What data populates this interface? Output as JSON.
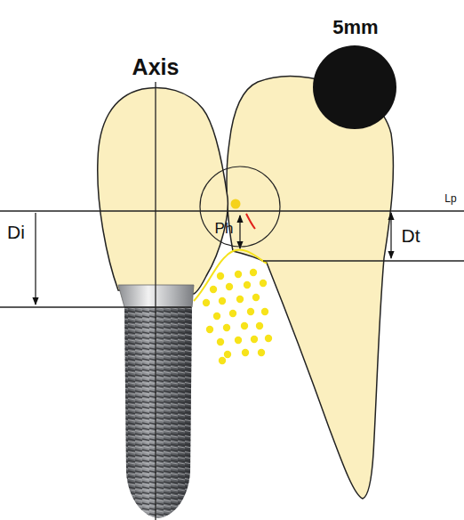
{
  "diagram": {
    "labels": [
      "5mm",
      "Axis",
      "Lp",
      "Di",
      "Ph",
      "Dt"
    ]
  }
}
